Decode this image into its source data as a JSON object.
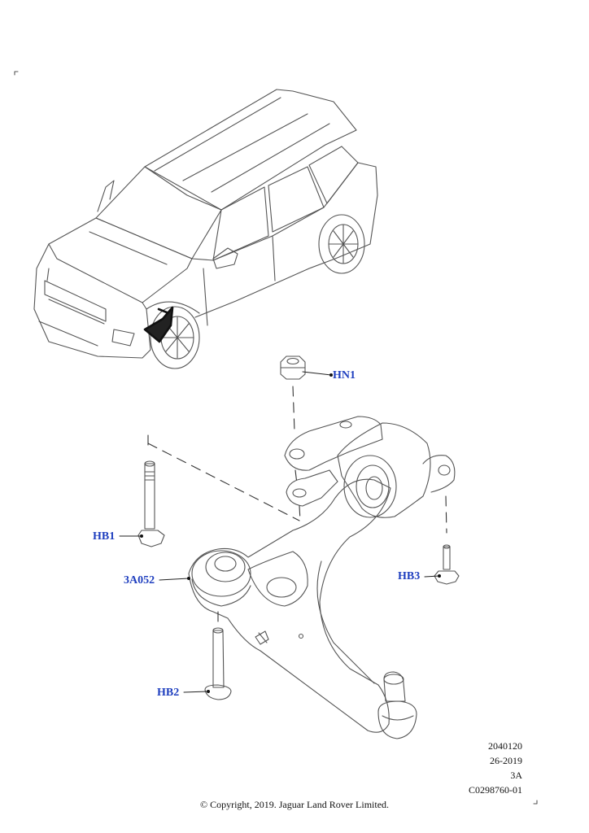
{
  "callouts": {
    "hn1": "HN1",
    "hb1": "HB1",
    "hb2": "HB2",
    "hb3": "HB3",
    "part": "3A052"
  },
  "info": {
    "line1": "2040120",
    "line2": "26-2019",
    "line3": "3A",
    "line4": "C0298760-01"
  },
  "copyright": "© Copyright, 2019. Jaguar Land Rover Limited.",
  "colors": {
    "callout": "#1f3fbf",
    "line": "#333333"
  }
}
